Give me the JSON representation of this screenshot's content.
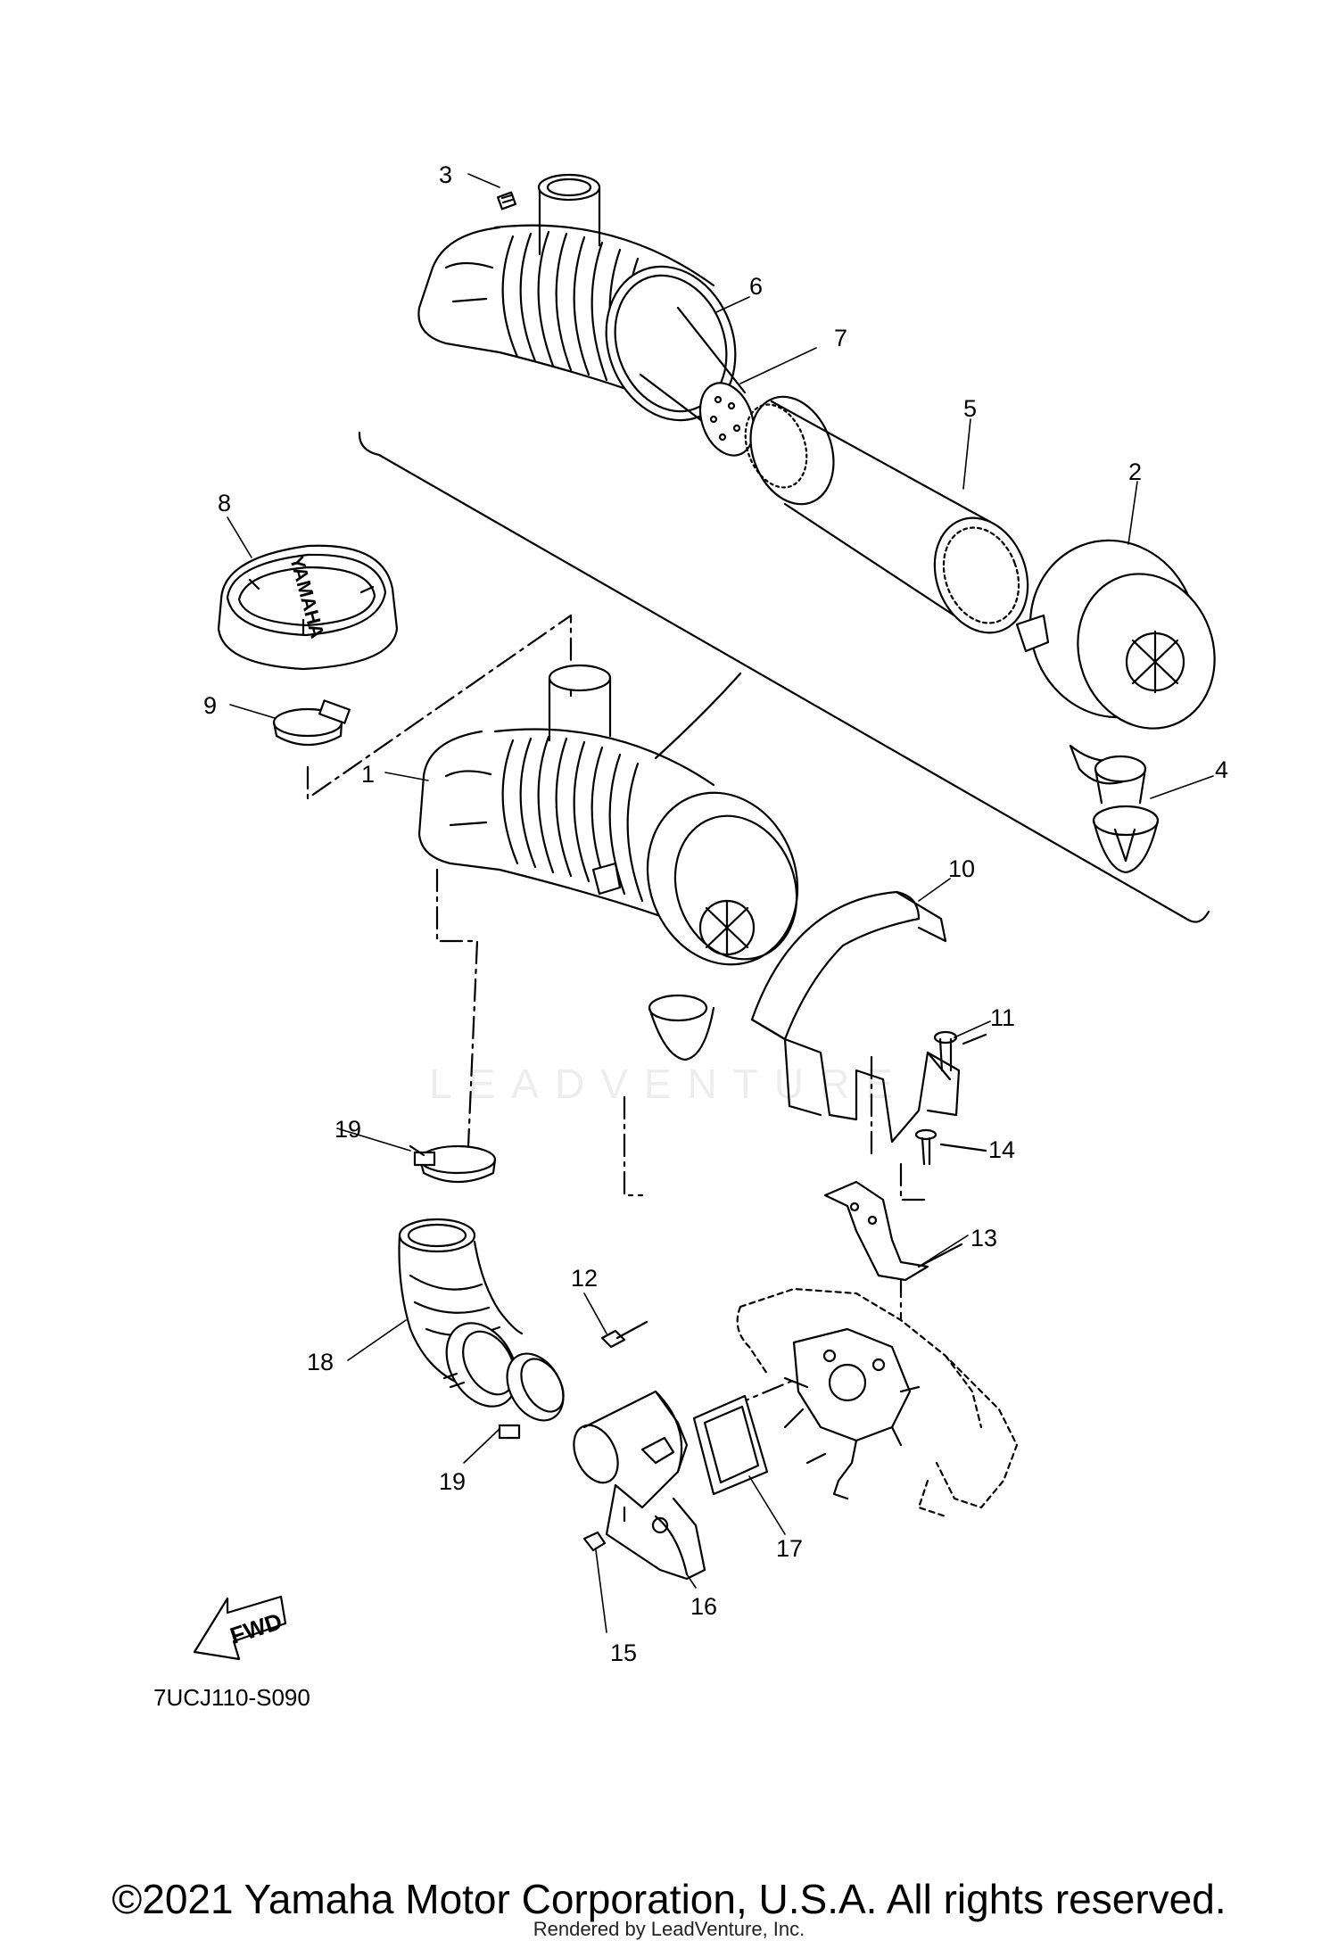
{
  "diagram": {
    "drawing_code": "7UCJ110-S090",
    "fwd_label": "FWD",
    "cover_brand": "YAMAHA",
    "watermark": "LEADVENTURE",
    "copyright": "©2021 Yamaha Motor Corporation, U.S.A. All rights reserved.",
    "rendered_by": "Rendered by LeadVenture, Inc.",
    "callouts": {
      "p1": "1",
      "p2": "2",
      "p3": "3",
      "p4": "4",
      "p5": "5",
      "p6": "6",
      "p7": "7",
      "p8": "8",
      "p9": "9",
      "p10": "10",
      "p11": "11",
      "p12": "12",
      "p13": "13",
      "p14": "14",
      "p15": "15",
      "p16": "16",
      "p17": "17",
      "p18": "18",
      "p19a": "19",
      "p19b": "19"
    }
  }
}
